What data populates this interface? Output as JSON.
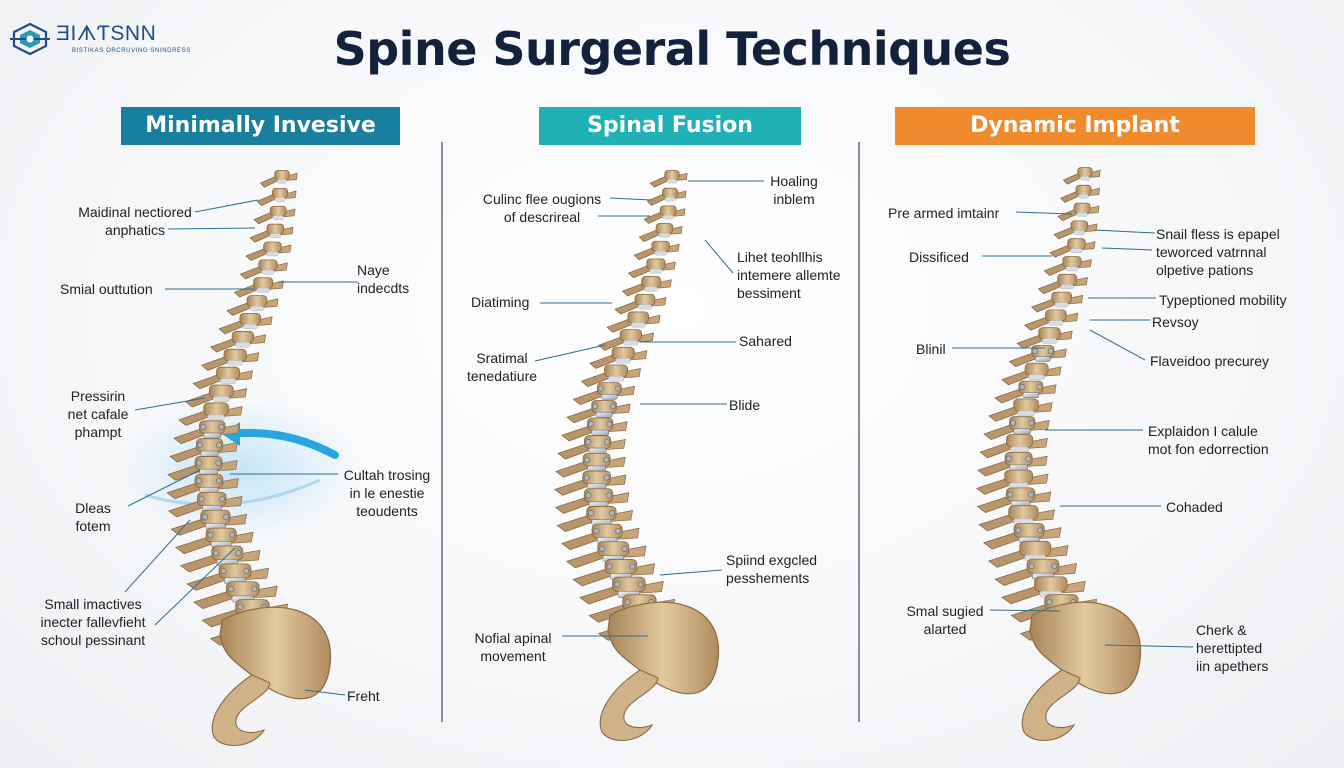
{
  "logo": {
    "text": "ƎIᗑƬSNN",
    "subtext": "BISTIKAS ORCRUVING SNINDRESS"
  },
  "title": "Spine Surgeral Techniques",
  "colors": {
    "panel1": "#187f9e",
    "panel2": "#20b1b6",
    "panel3": "#ef8b2c",
    "bone": "#c8a87c",
    "implant": "#c9ced6",
    "leader": "#2a6f8f"
  },
  "panels": [
    {
      "header": "Minimally Invesive",
      "labels": [
        "Maidinal nectiored\nanphatics",
        "Smial outtution",
        "Naye\nindecdts",
        "Pressirin\nnet cafale\nphampt",
        "Cultah trosing\nin le enestie\nteoudents",
        "Dleas\nfotem",
        "Small imactives\ninecter fallevfieht\nschoul pessinant",
        "Freht"
      ]
    },
    {
      "header": "Spinal Fusion",
      "labels": [
        "Culinc flee ougions\nof descrireal",
        "Hoaling\ninblem",
        "Lihet teohllhis\nintemere allemte\nbessiment",
        "Diatiming",
        "Sahared",
        "Sratimal\ntenedatiure",
        "Blide",
        "Spiind exgcled\npesshements",
        "Nofial apinal\nmovement"
      ]
    },
    {
      "header": "Dynamic Implant",
      "labels": [
        "Pre armed imtainr",
        "Snail fless is epapel\nteworced vatrnnal\nolpetive pations",
        "Dissificed",
        "Typeptioned mobility",
        "Revsoy",
        "Blinil",
        "Flaveidoo precurey",
        "Explaidon I calule\nmot fon edorrection",
        "Cohaded",
        "Smal sugied\nalarted",
        "Cherk &\nherettipted\niin apethers"
      ]
    }
  ]
}
